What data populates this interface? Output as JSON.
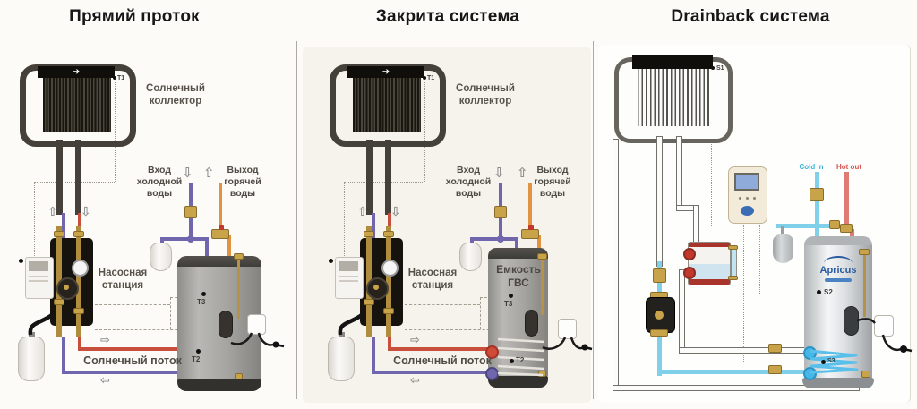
{
  "icons": {
    "arrow_up": "⇧",
    "arrow_down": "⇩",
    "arrow_right": "⇨",
    "arrow_left": "⇦",
    "header_arrow": "➔"
  },
  "panels": {
    "direct": {
      "title": "Прямий проток",
      "collector_label": "Солнечный коллектор",
      "sensor_collector": "T1",
      "cold_in": "Вход холодной воды",
      "hot_out": "Выход горячей воды",
      "station": "Насосная станция",
      "flow": "Солнечный поток",
      "sensor_upper": "T3",
      "sensor_lower": "T2"
    },
    "closed": {
      "title": "Закрита система",
      "collector_label": "Солнечный коллектор",
      "sensor_collector": "T1",
      "cold_in": "Вход холодной воды",
      "hot_out": "Выход горячей воды",
      "station": "Насосная станция",
      "flow": "Солнечный поток",
      "tank_label": "Емкость ГВС",
      "sensor_upper": "T3",
      "sensor_lower": "T2"
    },
    "drainback": {
      "title": "Drainback система",
      "sensor_collector": "S1",
      "sensor_tank": "S2",
      "sensor_coil": "S3",
      "cold_in": "Cold in",
      "hot_out": "Hot out",
      "brand": "Apricus"
    }
  },
  "colors": {
    "solar_supply_pipe": "#c94f3d",
    "solar_return_pipe": "#6f66ad",
    "hot_water_pipe": "#e09340",
    "cold_water_pipe_right": "#7fd0e8",
    "hot_water_pipe_right": "#e07b74",
    "collector_dark": "#45413a",
    "background": "#fcfbf8"
  }
}
